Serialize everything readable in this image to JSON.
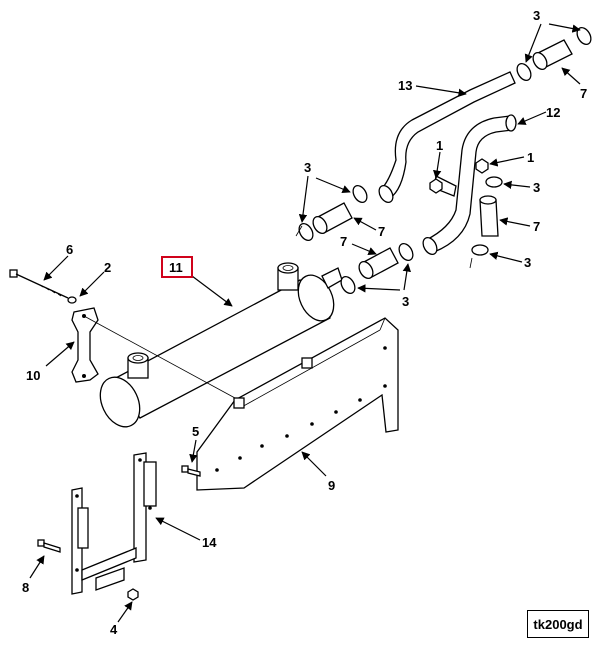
{
  "diagram_id": "tk200gd",
  "highlight_color": "#d0021b",
  "callouts": {
    "c1a": "1",
    "c1b": "1",
    "c2": "2",
    "c3a": "3",
    "c3b": "3",
    "c3c": "3",
    "c3d": "3",
    "c3e": "3",
    "c4": "4",
    "c5": "5",
    "c6": "6",
    "c7a": "7",
    "c7b": "7",
    "c7c": "7",
    "c7d": "7",
    "c8": "8",
    "c9": "9",
    "c10": "10",
    "c11": "11",
    "c12": "12",
    "c13": "13",
    "c14": "14"
  }
}
